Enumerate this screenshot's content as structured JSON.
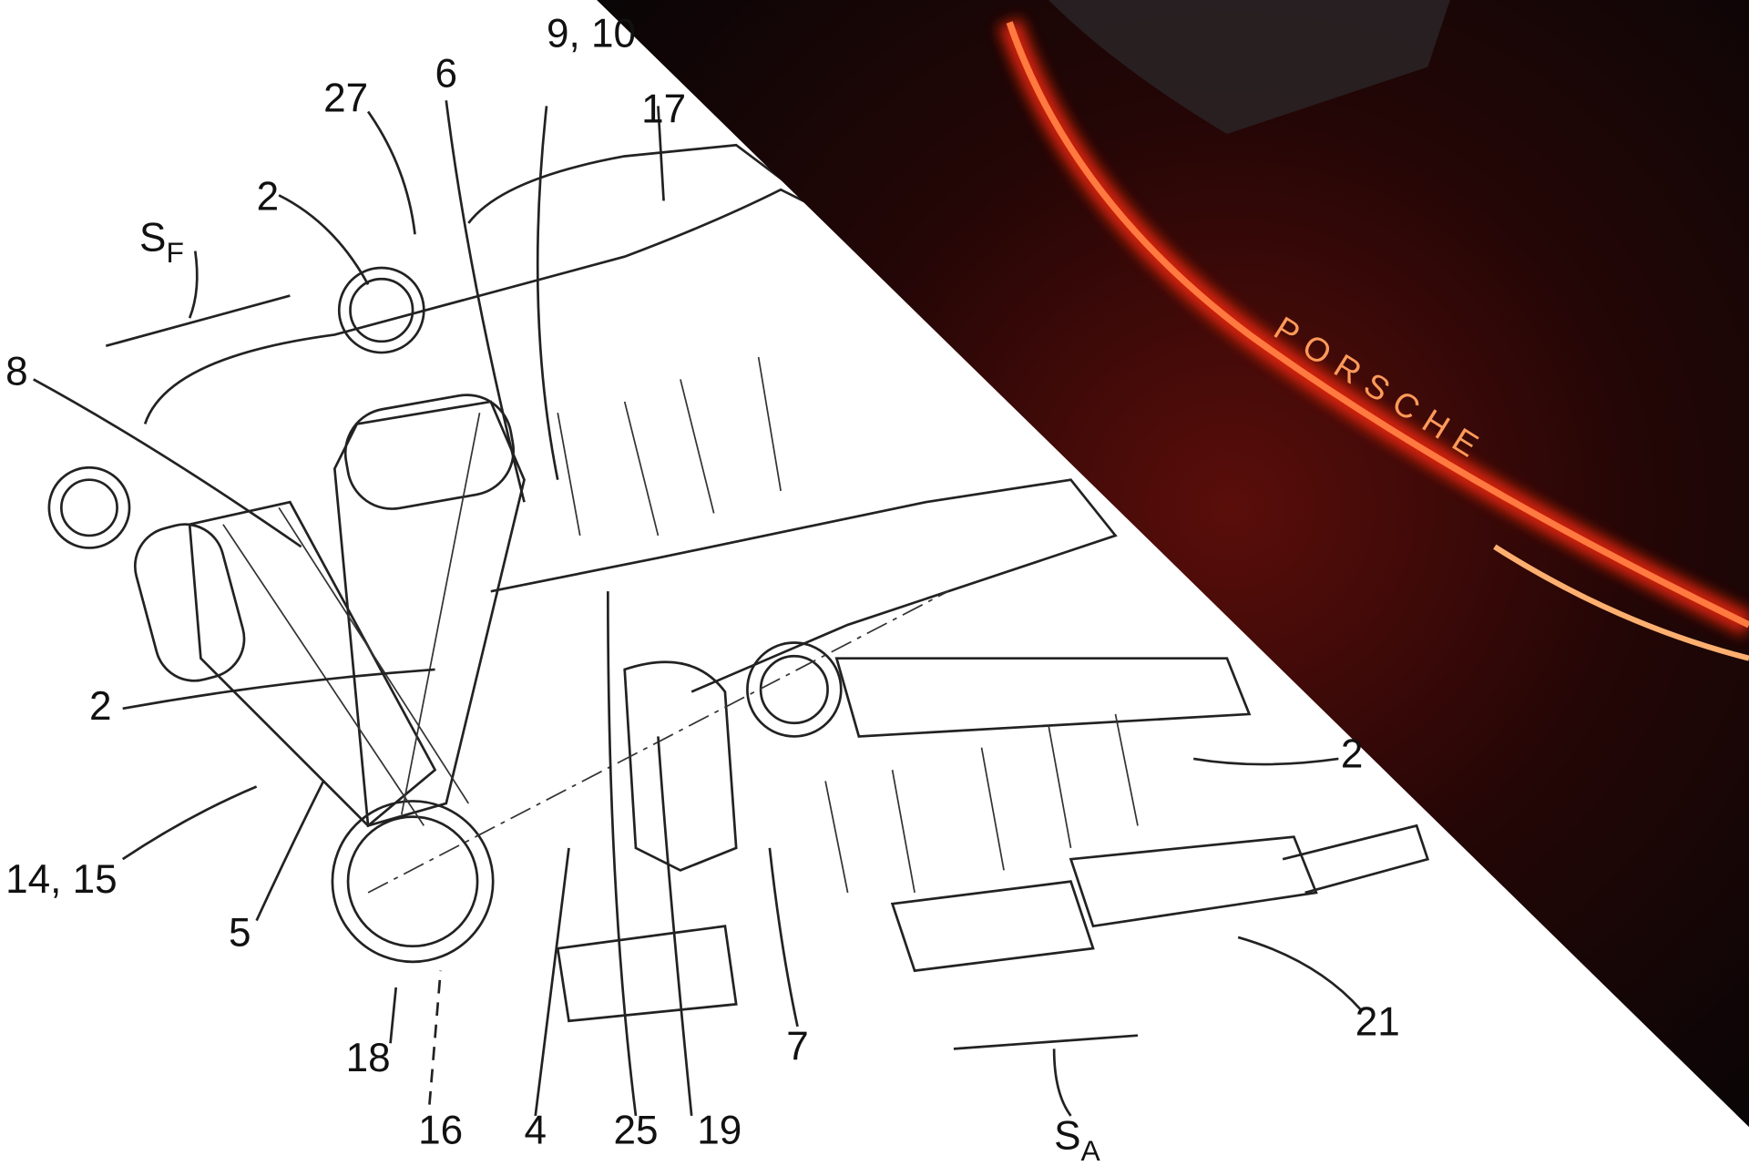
{
  "drawing": {
    "labels": {
      "l27": "27",
      "l6": "6",
      "l9_10": "9, 10",
      "l17": "17",
      "l2_top": "2",
      "sf_main": "S",
      "sf_sub": "F",
      "l8": "8",
      "l2_mid": "2",
      "l14_15": "14, 15",
      "l5": "5",
      "l18": "18",
      "l16": "16",
      "l4": "4",
      "l25": "25",
      "l19": "19",
      "l7": "7",
      "sa_main": "S",
      "sa_sub": "A",
      "l21": "21",
      "l2_right": "2"
    }
  },
  "photo": {
    "badge_text": "PORSCHE",
    "light_color": "#ff2a10",
    "background_color": "#0c0708"
  }
}
